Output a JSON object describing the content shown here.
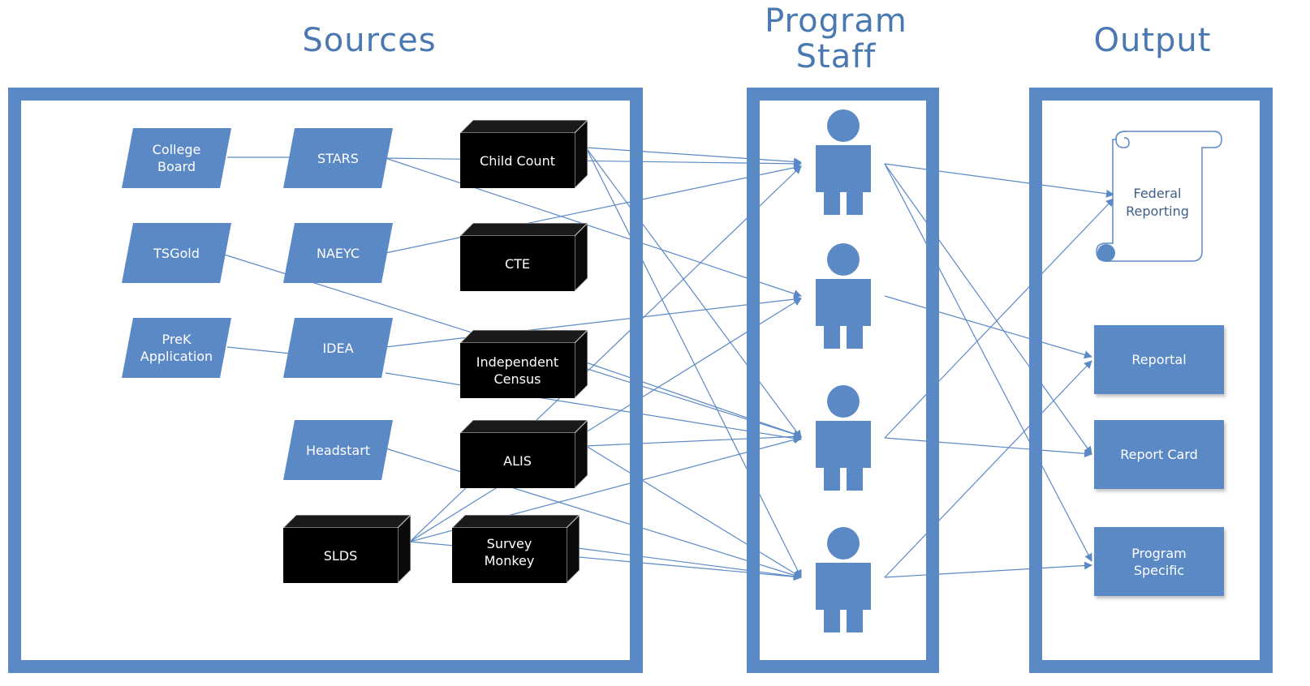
{
  "titles": {
    "sources": "Sources",
    "program_staff": "Program\nStaff",
    "output": "Output"
  },
  "sources": {
    "college_board": "College\nBoard",
    "stars": "STARS",
    "tsgold": "TSGold",
    "naeyc": "NAEYC",
    "prek_application": "PreK\nApplication",
    "idea": "IDEA",
    "headstart": "Headstart",
    "child_count": "Child Count",
    "cte": "CTE",
    "independent_census": "Independent\nCensus",
    "alis": "ALIS",
    "slds": "SLDS",
    "survey_monkey": "Survey\nMonkey"
  },
  "outputs": {
    "federal_reporting": "Federal\nReporting",
    "reportal": "Reportal",
    "report_card": "Report Card",
    "program_specific": "Program\nSpecific"
  },
  "colors": {
    "frame": "#5b89c6",
    "shape_fill": "#5b89c6",
    "cube_fill": "#000000",
    "title_text": "#4a78b0",
    "connector": "#5b89c6"
  },
  "icons": {
    "staff": "person-icon",
    "federal": "scroll-icon"
  }
}
